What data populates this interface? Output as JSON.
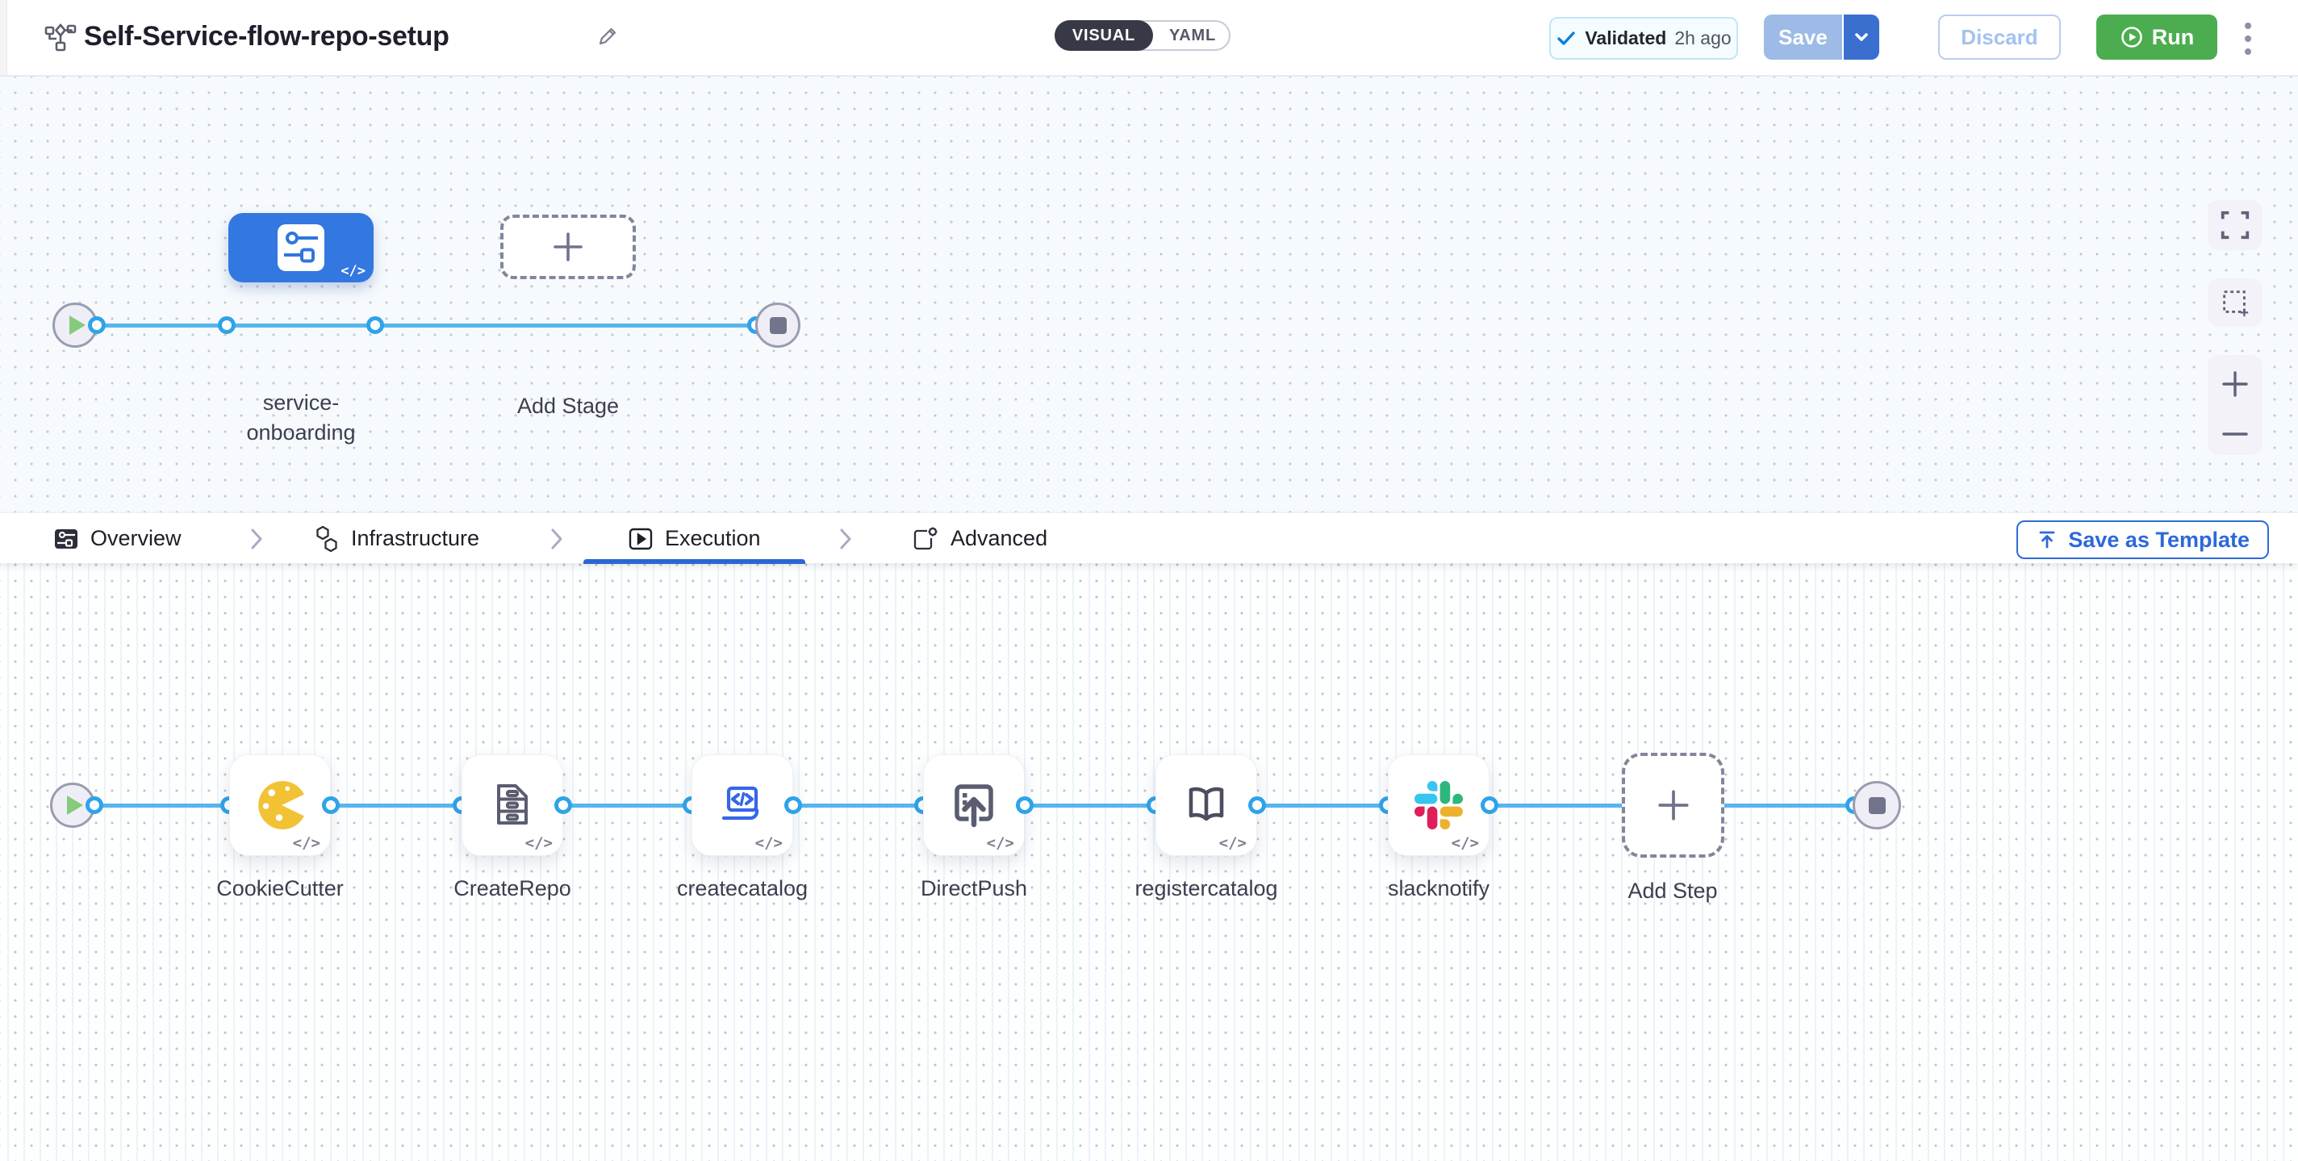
{
  "header": {
    "title": "Self-Service-flow-repo-setup",
    "view_toggle": {
      "visual": "VISUAL",
      "yaml": "YAML",
      "selected": "VISUAL"
    },
    "validation": {
      "status": "Validated",
      "time": "2h ago"
    },
    "actions": {
      "save": "Save",
      "discard": "Discard",
      "run": "Run"
    }
  },
  "stage_canvas": {
    "stage_label": "service-onboarding",
    "stage_code_glyph": "</>",
    "add_stage_label": "Add Stage"
  },
  "tabs": {
    "items": [
      {
        "label": "Overview",
        "icon": "stage-overview-icon",
        "active": false
      },
      {
        "label": "Infrastructure",
        "icon": "infrastructure-icon",
        "active": false
      },
      {
        "label": "Execution",
        "icon": "execution-icon",
        "active": true
      },
      {
        "label": "Advanced",
        "icon": "advanced-icon",
        "active": false
      }
    ],
    "save_as_template": "Save as Template"
  },
  "execution_canvas": {
    "steps": [
      {
        "label": "CookieCutter",
        "icon": "cookiecutter-icon",
        "code_glyph": "</>"
      },
      {
        "label": "CreateRepo",
        "icon": "repo-cabinet-icon",
        "code_glyph": "</>"
      },
      {
        "label": "createcatalog",
        "icon": "catalog-code-icon",
        "code_glyph": "</>"
      },
      {
        "label": "DirectPush",
        "icon": "direct-push-icon",
        "code_glyph": "</>"
      },
      {
        "label": "registercatalog",
        "icon": "register-catalog-icon",
        "code_glyph": "</>"
      },
      {
        "label": "slacknotify",
        "icon": "slack-icon",
        "code_glyph": "</>"
      }
    ],
    "add_step_label": "Add Step"
  },
  "colors": {
    "accent_blue": "#2e6bd6",
    "stage_blue": "#3377e0",
    "connector_blue": "#57b5ee",
    "run_green": "#4bad4f",
    "save_disabled_blue": "#9dbbe6",
    "save_caret_blue": "#3a6fd0",
    "validated_check_blue": "#0b7fd6",
    "cookie_yellow": "#f1c233",
    "slack_colors": [
      "#36c5f0",
      "#2eb67d",
      "#ecb22e",
      "#e01e5a"
    ]
  }
}
